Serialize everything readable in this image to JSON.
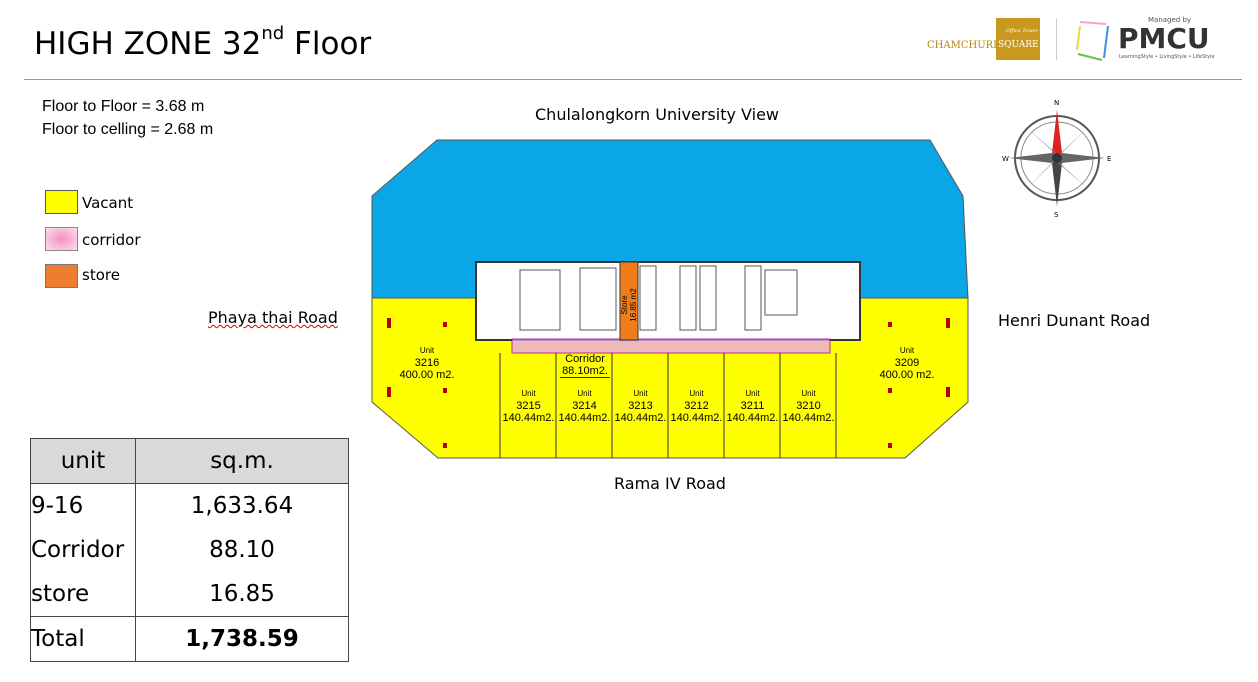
{
  "header": {
    "title": "HIGH ZONE 32",
    "title_sup": "nd",
    "title_suffix": " Floor"
  },
  "logos": {
    "chamchuri": "CHAMCHURI",
    "square": "SQUARE",
    "office_tower": "Office Tower",
    "managed_by": "Managed by",
    "pmcu": "PMCU",
    "pmcu_tagline": "LearningStyle • LivingStyle • LifeStyle"
  },
  "specs": {
    "floor_to_floor": "Floor to Floor  = 3.68  m",
    "floor_to_ceiling": "Floor to celling =  2.68 m"
  },
  "legend": [
    {
      "label": "Vacant",
      "color": "#ffff00"
    },
    {
      "label": "corridor",
      "color": "#f7b6d2"
    },
    {
      "label": "store",
      "color": "#ed7d31"
    }
  ],
  "roads": {
    "north": "Chulalongkorn University View",
    "west": "Phaya thai Road",
    "east": "Henri Dunant Road",
    "south": "Rama IV Road"
  },
  "compass": {
    "n": "N",
    "s": "S",
    "e": "E",
    "w": "W"
  },
  "plan": {
    "units": [
      {
        "label": "Unit",
        "no": "3216",
        "area": "400.00 m2."
      },
      {
        "label": "Unit",
        "no": "3209",
        "area": "400.00 m2."
      },
      {
        "label": "Unit",
        "no": "3215",
        "area": "140.44m2."
      },
      {
        "label": "Unit",
        "no": "3214",
        "area": "140.44m2."
      },
      {
        "label": "Unit",
        "no": "3213",
        "area": "140.44m2."
      },
      {
        "label": "Unit",
        "no": "3212",
        "area": "140.44m2."
      },
      {
        "label": "Unit",
        "no": "3211",
        "area": "140.44m2."
      },
      {
        "label": "Unit",
        "no": "3210",
        "area": "140.44m2."
      }
    ],
    "corridor": {
      "label": "Corridor",
      "area": "88.10m2."
    },
    "store": {
      "label": "Store",
      "area": "16.85 m2"
    },
    "colors": {
      "view": "#0aa6e8",
      "vacant": "#ffff00",
      "store": "#f07d1a",
      "corridor": "#e9a8e8"
    }
  },
  "table": {
    "headers": [
      "unit",
      "sq.m."
    ],
    "rows": [
      [
        "9-16",
        "1,633.64"
      ],
      [
        "Corridor",
        "88.10"
      ],
      [
        "store",
        "16.85"
      ]
    ],
    "total": [
      "Total",
      "1,738.59"
    ]
  }
}
